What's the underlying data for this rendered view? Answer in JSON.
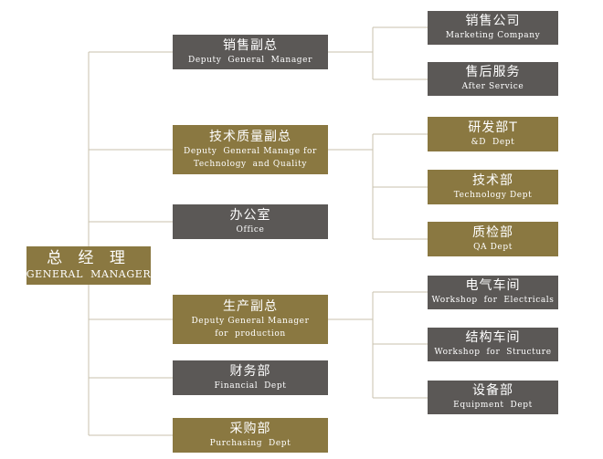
{
  "colors": {
    "grey": "#5b5856",
    "gold": "#8a7841",
    "line": "#c9c2ad"
  },
  "gm": {
    "cn": "总 经 理",
    "en": "GENERAL  MANAGER"
  },
  "mid": [
    {
      "cn": "销售副总",
      "en": "Deputy  General  Manager"
    },
    {
      "cn": "技术质量副总",
      "en": "Deputy  General Manage for\nTechnology  and Quality"
    },
    {
      "cn": "办公室",
      "en": "Office"
    },
    {
      "cn": "生产副总",
      "en": "Deputy General Manager\nfor  production"
    },
    {
      "cn": "财务部",
      "en": "Financial  Dept"
    },
    {
      "cn": "采购部",
      "en": "Purchasing  Dept"
    }
  ],
  "right": [
    {
      "cn": "销售公司",
      "en": "Marketing Company"
    },
    {
      "cn": "售后服务",
      "en": "After Service"
    },
    {
      "cn": "研发部T",
      "en": "&D  Dept"
    },
    {
      "cn": "技术部",
      "en": "Technology Dept"
    },
    {
      "cn": "质检部",
      "en": "QA Dept"
    },
    {
      "cn": "电气车间",
      "en": "Workshop  for  Electricals"
    },
    {
      "cn": "结构车间",
      "en": "Workshop  for  Structure"
    },
    {
      "cn": "设备部",
      "en": "Equipment  Dept"
    }
  ]
}
